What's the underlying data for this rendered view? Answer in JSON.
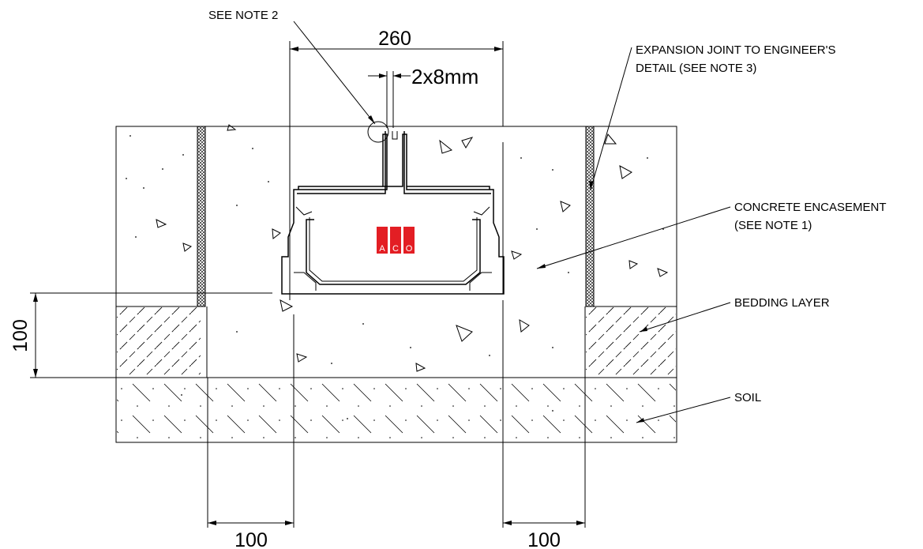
{
  "labels": {
    "see_note_2": "SEE NOTE 2",
    "expansion_joint_line1": "EXPANSION JOINT TO ENGINEER'S",
    "expansion_joint_line2": "DETAIL (SEE NOTE 3)",
    "concrete_line1": "CONCRETE ENCASEMENT",
    "concrete_line2": "(SEE NOTE 1)",
    "bedding": "BEDDING LAYER",
    "soil": "SOIL"
  },
  "dimensions": {
    "top_width": "260",
    "slot_gap": "2x8mm",
    "left_height": "100",
    "bottom_left": "100",
    "bottom_right": "100"
  },
  "logo": {
    "letters": [
      "A",
      "C",
      "O"
    ],
    "color": "#e31e24"
  }
}
